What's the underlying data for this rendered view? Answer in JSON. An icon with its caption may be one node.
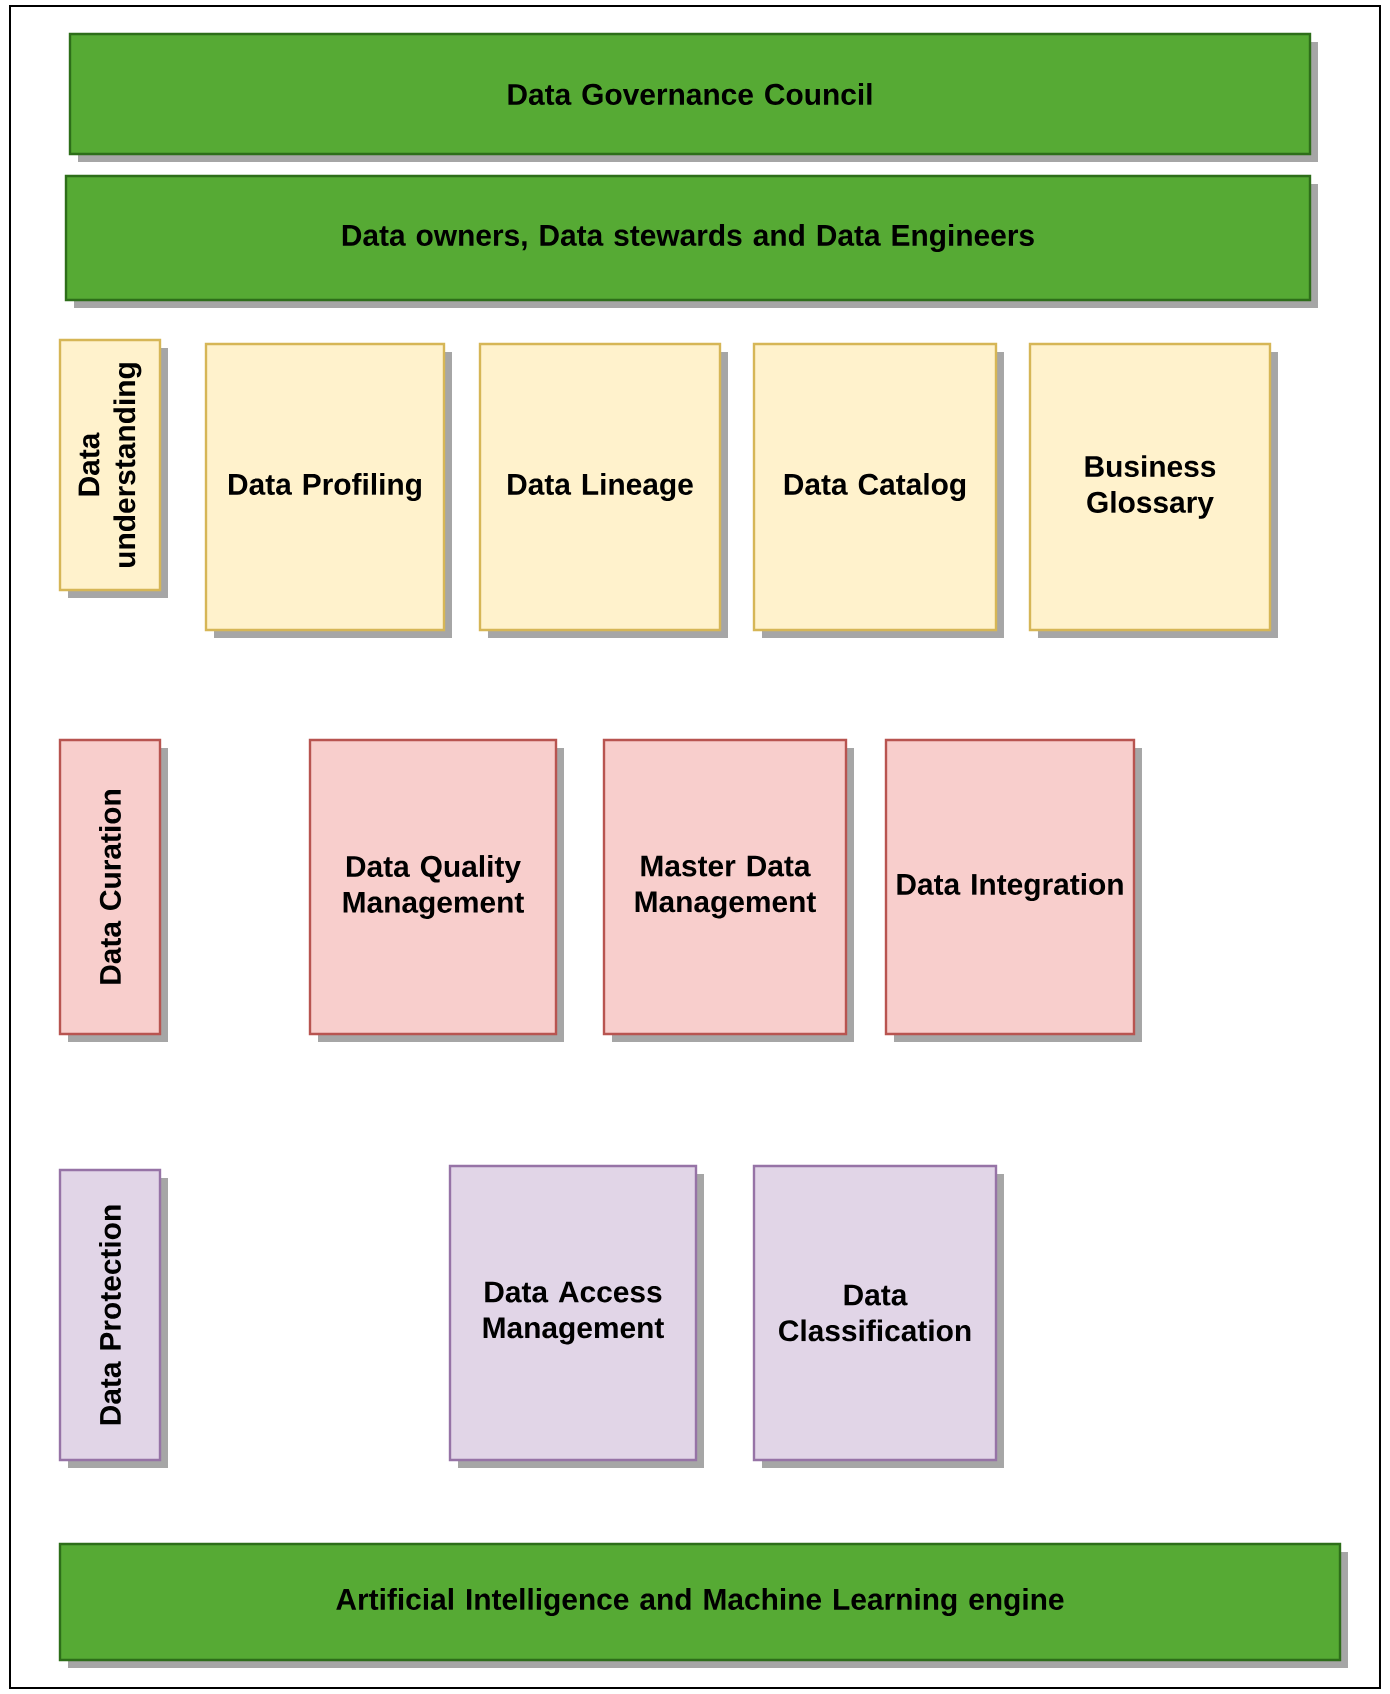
{
  "diagram": {
    "nodes": [
      {
        "text": [
          "Data Governance Council"
        ]
      },
      {
        "text": [
          "Data owners, Data stewards and Data Engineers"
        ]
      },
      {
        "text": [
          "Data understanding"
        ]
      },
      {
        "text": [
          "Data Profiling"
        ]
      },
      {
        "text": [
          "Data Lineage"
        ]
      },
      {
        "text": [
          "Data Catalog"
        ]
      },
      {
        "text": [
          "Business Glossary"
        ]
      },
      {
        "text": [
          "Data Curation"
        ]
      },
      {
        "text": [
          "Data Quality Management"
        ]
      },
      {
        "text": [
          "Master Data Management"
        ]
      },
      {
        "text": [
          "Data Integration"
        ]
      },
      {
        "text": [
          "Data Protection"
        ]
      },
      {
        "text": [
          "Data Access Management"
        ]
      },
      {
        "text": [
          "Data Classification"
        ]
      },
      {
        "text": [
          "Artificial Intelligence and Machine Learning engine"
        ]
      }
    ]
  }
}
